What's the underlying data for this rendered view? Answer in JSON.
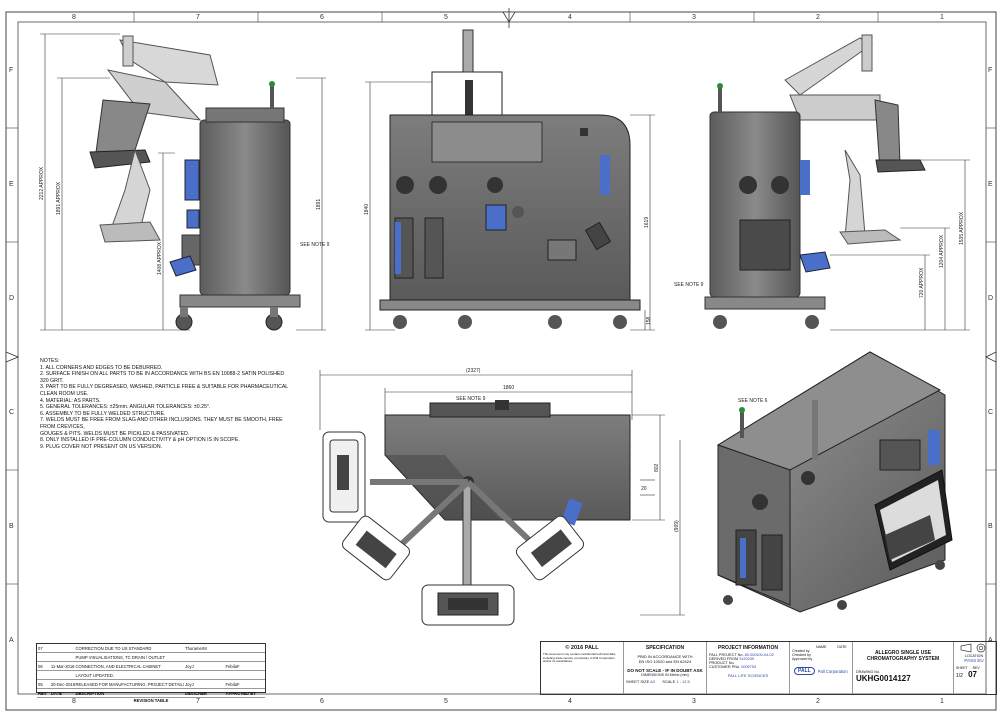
{
  "colors": {
    "frame": "#555555",
    "steel": "#6e6e6e",
    "steel_dark": "#3e3e3e",
    "steel_light": "#9a9a9a",
    "blue": "#4a6fc9",
    "line": "#222222"
  },
  "grid": {
    "top": [
      "8",
      "7",
      "6",
      "5",
      "4",
      "3",
      "2",
      "1"
    ],
    "side": [
      "F",
      "E",
      "D",
      "C",
      "B",
      "A"
    ]
  },
  "dims": {
    "front_left_2212": "2212 APPROX",
    "front_left_1891": "1891 APPROX",
    "front_left_1408": "1408 APPROX",
    "front_right_1891": "1891",
    "see_note_9": "SEE NOTE 9",
    "center_1840": "1840",
    "center_1619": "1619",
    "center_158": "158",
    "right_see_note": "SEE NOTE 9",
    "right_1535": "1535 APPROX",
    "right_1204": "1204 APPROX",
    "right_720": "720 APPROX",
    "plan_2327": "(2327)",
    "plan_1860": "1860",
    "plan_see_note": "SEE NOTE 9",
    "plan_802": "802",
    "plan_20": "20",
    "plan_969": "(969)",
    "iso_see_note_6": "SEE NOTE 6"
  },
  "notes": [
    "NOTES:",
    "1. ALL CORNERS AND EDGES TO BE DEBURRED.",
    "2. SURFACE FINISH ON ALL PARTS TO BE IN ACCORDANCE WITH BS EN 10088-2 SATIN POLISHED 320 GRIT.",
    "3. PART TO BE FULLY DEGREASED, WASHED, PARTICLE FREE & SUITABLE FOR PHARMACEUTICAL CLEAN ROOM USE.",
    "4. MATERIAL: AS PARTS.",
    "5. GENERAL TOLERANCES: ±25mm. ANGULAR TOLERANCES: ±0.25°.",
    "6. ASSEMBLY TO BE FULLY WELDED STRUCTURE.",
    "7. WELDS MUST BE FREE FROM SLAG AND OTHER INCLUSIONS. THEY MUST BE SMOOTH, FREE FROM CREVICES,",
    "GOUGES & PITS. WELDS MUST BE PICKLED & PASSIVATED.",
    "8. ONLY INSTALLED IF PRE-COLUMN CONDUCTIVITY & pH OPTION IS IN SCOPE.",
    "9. PLUG COVER NOT PRESENT ON US VERSION."
  ],
  "revision_table": {
    "rows": [
      [
        "07",
        "",
        "CORRECTION DUE TO US STANDARD",
        "ThuramerM",
        ""
      ],
      [
        "",
        "",
        "PUMP VISUALISATIONS, TC DRAIN / OUTLET",
        "",
        ""
      ],
      [
        "06",
        "11-Mar-2018",
        "CONNECTION, AND ELECTRICAL CABINET",
        "JoyJ",
        "FebilaF"
      ],
      [
        "",
        "",
        "LAYOUT UPDATED.",
        "",
        ""
      ],
      [
        "05",
        "20-Dec-2018",
        "RELEASED FOR MANUFACTURING. PROJECT DETAILS UPDATED.",
        "JoyJ",
        "FebilaF"
      ]
    ],
    "header": [
      "REV",
      "DATE",
      "DESCRIPTION",
      "DESIGNER",
      "APPROVED BY"
    ],
    "caption": "REVISION TABLE"
  },
  "title_block": {
    "copyright": "© 2016 PALL",
    "confidential": "This document may contain confidential technical data, including trade secrets, proprietary to Pall Corporation and/or its subsidiaries.",
    "spec_title": "SPECIFICATION",
    "spec_1": "PBID IN ACCORDANCE WITH",
    "spec_2": "EN ISO 10020 and EN 62424",
    "spec_3": "DO NOT SCALE - IF IN DOUBT ASK",
    "spec_4": "DIMENSIONS IN Metric (mm)",
    "sheet_size_label": "SHEET SIZE",
    "sheet_size": "A2",
    "scale_label": "SCALE",
    "scale": "1 : 12.5",
    "proj_title": "PROJECT INFORMATION",
    "proj_1_label": "PALL PROJECT No.",
    "proj_1": "80-000100-04-02",
    "proj_2_label": "DERIVED FROM",
    "proj_2": "3120249",
    "proj_3_label": "PRODUCT No.",
    "proj_3": "",
    "proj_4_label": "CUSTOMER PNo.",
    "proj_4": "0009753",
    "created_by": "Created by",
    "checked_by": "Checked by",
    "approved_by": "Approved by",
    "name_label": "NAME",
    "date_label": "DATE",
    "company": "Pall Corporation",
    "logo": "PALL",
    "life_sciences": "PALL LIFE SCIENCES",
    "title": "ALLEGRO SINGLE USE CHROMATOGRAPHY SYSTEM",
    "drawing_no_label": "DRAWING No.",
    "drawing_no": "UKHG0014127",
    "location_label": "LOCATION",
    "location": "PASS EU",
    "sheet_label": "SHEET",
    "sheet": "1/2",
    "rev_label": "REV",
    "rev": "07"
  }
}
